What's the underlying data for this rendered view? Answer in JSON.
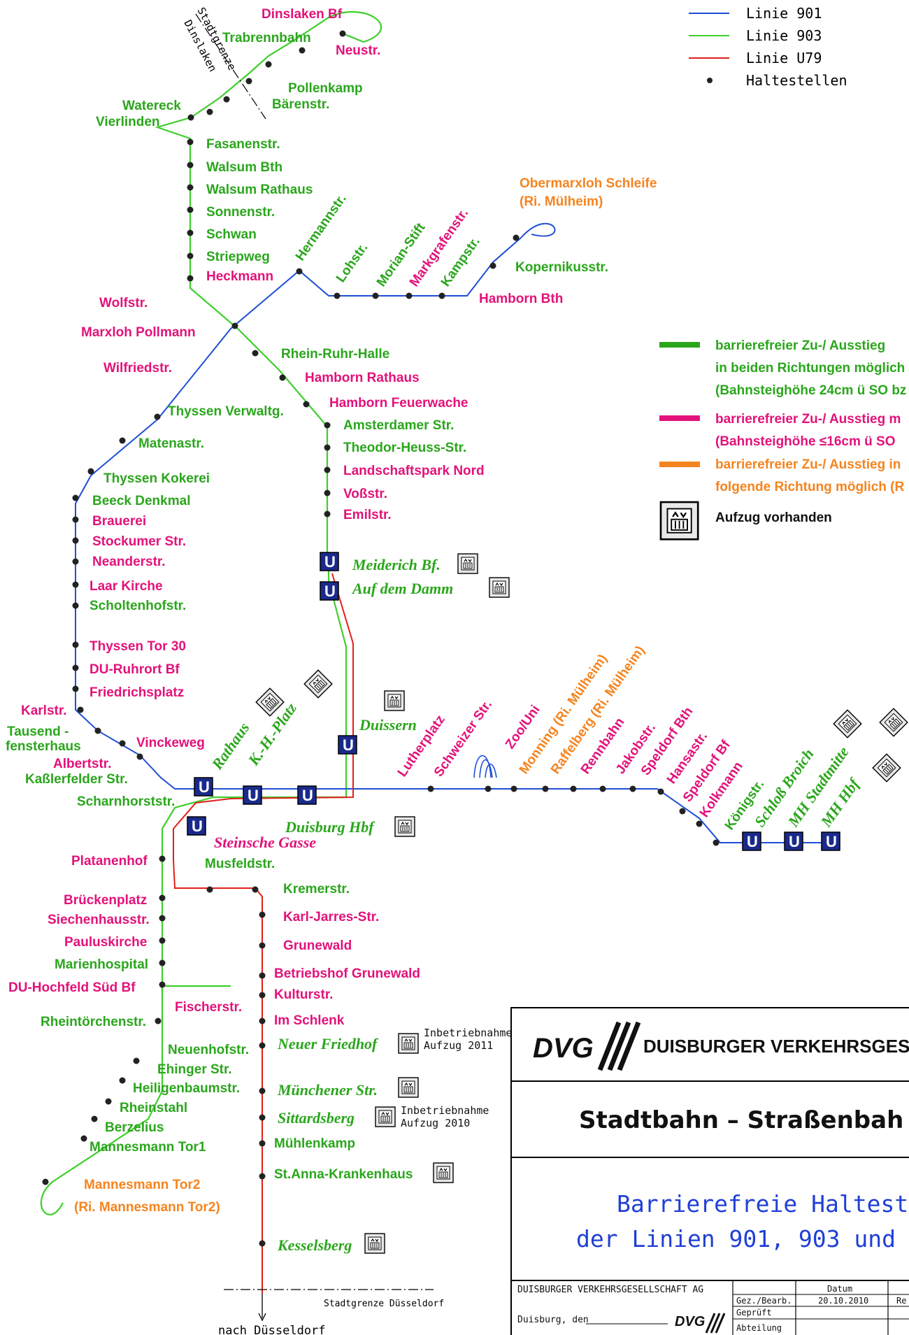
{
  "colors": {
    "line_901": "#1f4fd6",
    "line_903": "#3ecf2b",
    "line_u79": "#e0201b",
    "barrierfree_both": "#2aa61c",
    "barrierfree_pink": "#e2127a",
    "barrierfree_one_dir": "#f5841f",
    "title_blue": "#1f3fd6"
  },
  "legend": {
    "lines": [
      {
        "label": "Linie  901",
        "color": "#1f4fd6"
      },
      {
        "label": "Linie  903",
        "color": "#3ecf2b"
      },
      {
        "label": "Linie  U79",
        "color": "#e0201b"
      }
    ],
    "stops_label": "Haltestellen",
    "access": [
      {
        "color": "#2aa61c",
        "lines": [
          "barrierefreier Zu-/ Ausstieg",
          "in beiden Richtungen möglich",
          "(Bahnsteighöhe 24cm ü SO bz"
        ]
      },
      {
        "color": "#e2127a",
        "lines": [
          "barrierefreier Zu-/ Ausstieg m",
          "(Bahnsteighöhe ≤16cm ü SO"
        ]
      },
      {
        "color": "#f5841f",
        "lines": [
          "barrierefreier Zu-/ Ausstieg in",
          "folgende Richtung möglich (R"
        ]
      }
    ],
    "elevator_label": "Aufzug vorhanden",
    "elevator_icon": "elevator-icon"
  },
  "border_labels": {
    "dinslaken_line1": "Stadtgrenze",
    "dinslaken_line2": "Dinslaken",
    "duesseldorf": "Stadtgrenze Düsseldorf",
    "to_duesseldorf": "nach  Düsseldorf"
  },
  "stations": {
    "dinslaken_bf": "Dinslaken Bf",
    "trabrennbahn": "Trabrennbahn",
    "neustr": "Neustr.",
    "pollenkamp": "Pollenkamp",
    "baerenstr": "Bärenstr.",
    "watereck": "Watereck",
    "vierlinden": "Vierlinden",
    "fasanenstr": "Fasanenstr.",
    "walsum_bth": "Walsum Bth",
    "walsum_rathaus": "Walsum Rathaus",
    "sonnenstr": "Sonnenstr.",
    "schwan": "Schwan",
    "striepweg": "Striepweg",
    "heckmann": "Heckmann",
    "hermannstr": "Hermannstr.",
    "lohstr": "Lohstr.",
    "morian_stift": "Morian-Stift",
    "markgrafenstr": "Markgrafenstr.",
    "kampstr": "Kampstr.",
    "obermarxloh1": "Obermarxloh Schleife",
    "obermarxloh2": "(Ri. Mülheim)",
    "kopernikusstr": "Kopernikusstr.",
    "hamborn_bth": "Hamborn Bth",
    "wolfstr": "Wolfstr.",
    "marxloh_pollmann": "Marxloh Pollmann",
    "wilfriedstr": "Wilfriedstr.",
    "rhein_ruhr_halle": "Rhein-Ruhr-Halle",
    "hamborn_rathaus": "Hamborn Rathaus",
    "hamborn_feuerwache": "Hamborn Feuerwache",
    "amsterdamer": "Amsterdamer Str.",
    "theodor_heuss": "Theodor-Heuss-Str.",
    "landschaftspark": "Landschaftspark Nord",
    "vossstr": "Voßstr.",
    "emilstr": "Emilstr.",
    "meiderich_bf": "Meiderich  Bf.",
    "auf_dem_damm": "Auf  dem  Damm",
    "thyssen_verwaltg": "Thyssen Verwaltg.",
    "matenastr": "Matenastr.",
    "thyssen_kokerei": "Thyssen Kokerei",
    "beeck_denkmal": "Beeck Denkmal",
    "brauerei": "Brauerei",
    "stockumer": "Stockumer Str.",
    "neanderstr": "Neanderstr.",
    "laar_kirche": "Laar Kirche",
    "scholtenhofstr": "Scholtenhofstr.",
    "thyssen_tor30": "Thyssen Tor 30",
    "du_ruhrort_bf": "DU-Ruhrort Bf",
    "friedrichsplatz": "Friedrichsplatz",
    "karlstr": "Karlstr.",
    "tausendfenster1": "Tausend -",
    "tausendfenster2": "fensterhaus",
    "vinckeweg": "Vinckeweg",
    "albertstr": "Albertstr.",
    "kasslerfelder": "Kaßlerfelder Str.",
    "scharnhorststr": "Scharnhorststr.",
    "rathaus": "Rathaus",
    "kh_platz": "K.-H.-Platz",
    "duissern": "Duissern",
    "duisburg_hbf": "Duisburg  Hbf",
    "steinsche_gasse": "Steinsche  Gasse",
    "lutherplatz": "Lutherplatz",
    "schweizer_str": "Schweizer Str.",
    "zoo_uni": "Zoo/Uni",
    "monning": "Monning (Ri. Mülheim)",
    "raffelberg": "Raffelberg (Ri. Mülheim)",
    "rennbahn": "Rennbahn",
    "jakobstr": "Jakobstr.",
    "speldorf_bth": "Speldorf Bth",
    "hansastr": "Hansastr.",
    "speldorf_bf": "Speldorf Bf",
    "kolkmann": "Kolkmann",
    "koenigstr": "Königstr.",
    "schloss_broich": "Schloß  Broich",
    "mh_stadtmitte": "MH  Stadtmitte",
    "mh_hbf": "MH  Hbf",
    "platanenhof": "Platanenhof",
    "musfeldstr": "Musfeldstr.",
    "kremerstr": "Kremerstr.",
    "brueckenplatz": "Brückenplatz",
    "siechenhaus": "Siechenhausstr.",
    "pauluskirche": "Pauluskirche",
    "marienhospital": "Marienhospital",
    "du_hochfeld": "DU-Hochfeld Süd Bf",
    "karl_jarres": "Karl-Jarres-Str.",
    "grunewald": "Grunewald",
    "betriebshof": "Betriebshof Grunewald",
    "kulturstr": "Kulturstr.",
    "fischerstr": "Fischerstr.",
    "rheintoerchen": "Rheintörchenstr.",
    "im_schlenk": "Im Schlenk",
    "neuer_friedhof": "Neuer  Friedhof",
    "neuenhofstr": "Neuenhofstr.",
    "ehinger": "Ehinger Str.",
    "heiligenbaum": "Heiligenbaumstr.",
    "muenchener": "Münchener  Str.",
    "rheinstahl": "Rheinstahl",
    "berzelius": "Berzelius",
    "sittardsberg": "Sittardsberg",
    "mannesmann_tor1": "Mannesmann Tor1",
    "muehlenkamp": "Mühlenkamp",
    "st_anna": "St.Anna-Krankenhaus",
    "mannesmann_tor2": "Mannesmann Tor2",
    "mannesmann_tor2_ri": "(Ri. Mannesmann Tor2)",
    "kesselsberg": "Kesselsberg"
  },
  "notes": {
    "neuer_friedhof_1": "Inbetriebnahme",
    "neuer_friedhof_2": "Aufzug  2011",
    "sittardsberg_1": "Inbetriebnahme",
    "sittardsberg_2": "Aufzug  2010"
  },
  "u_symbol": "U",
  "title_block": {
    "logo": "DVG",
    "company": "DUISBURGER VERKEHRSGESELL",
    "heading": "Stadtbahn  –  Straßenbah",
    "subtitle_line1": "Barrierefreie  Haltestell",
    "subtitle_line2": "der  Linien  901,  903  und",
    "footer_company": "DUISBURGER  VERKEHRSGESELLSCHAFT  AG",
    "footer_place": "Duisburg,  den",
    "col_datum": "Datum",
    "row_gez": "Gez./Bearb.",
    "row_gez_date": "20.10.2010",
    "row_gez_next": "Re",
    "row_geprueft": "Geprüft",
    "row_abteilung": "Abteilung"
  }
}
